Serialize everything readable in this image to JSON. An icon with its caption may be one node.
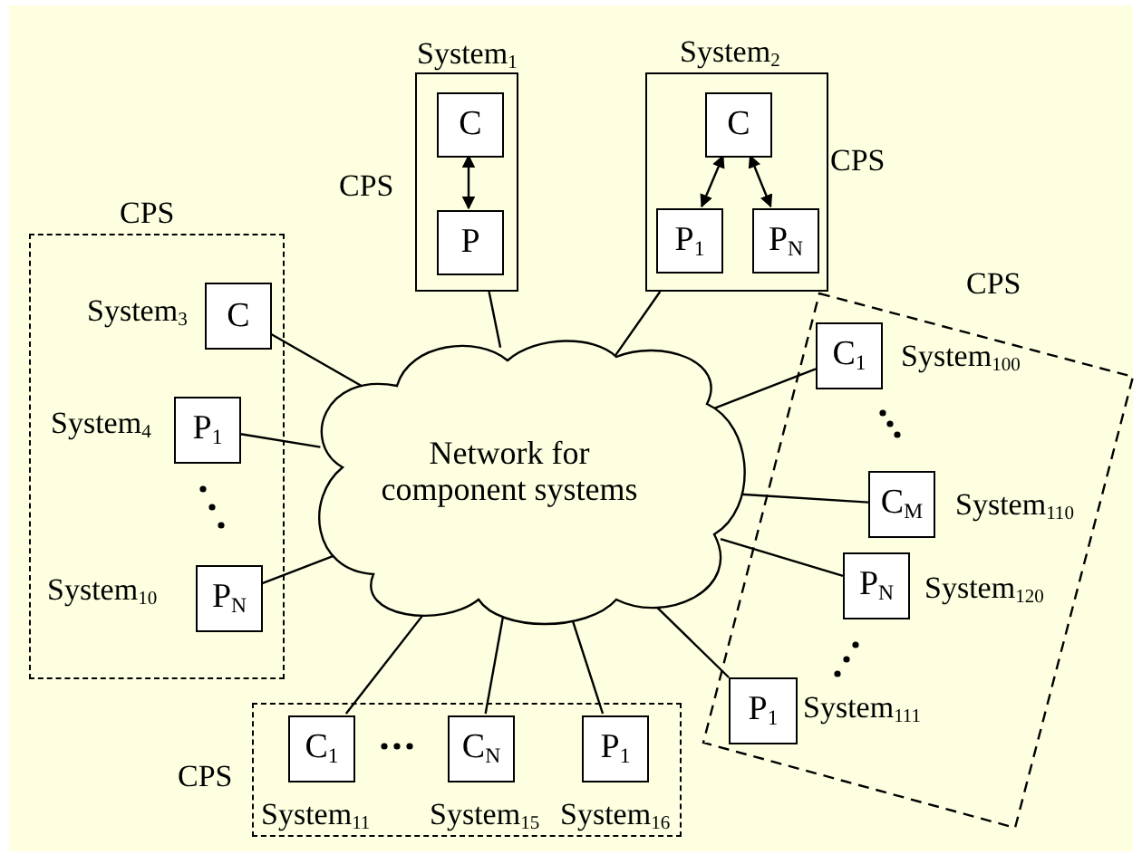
{
  "diagram": {
    "nodes": [
      {
        "text": [
          "Network for component systems"
        ]
      },
      {
        "text": [
          "System$_{1}$"
        ],
        "beside": [
          "CPS"
        ]
      },
      {
        "text": [
          "C"
        ],
        "in": 1
      },
      {
        "text": [
          "P"
        ],
        "in": 1
      },
      {
        "text": [
          "System$_{2}$"
        ],
        "beside": [
          "CPS"
        ]
      },
      {
        "text": [
          "C"
        ],
        "in": 4
      },
      {
        "text": [
          "P$_{1}$"
        ],
        "in": 4
      },
      {
        "text": [
          "P$_{N}$"
        ],
        "in": 4
      },
      {
        "text": [
          "CPS"
        ]
      },
      {
        "text": [
          "C"
        ],
        "in": 8,
        "beside": [
          "System$_{3}$"
        ]
      },
      {
        "text": [
          "P$_{1}$"
        ],
        "in": 8,
        "beside": [
          "System$_{4}$"
        ]
      },
      {
        "text": [
          "P$_{N}$"
        ],
        "in": 8,
        "beside": [
          "System$_{10}$"
        ]
      },
      {
        "text": [
          "CPS"
        ]
      },
      {
        "text": [
          "C$_{1}$"
        ],
        "in": 12,
        "beside": [
          "System$_{11}$"
        ]
      },
      {
        "text": [
          "C$_{N}$"
        ],
        "in": 12,
        "beside": [
          "System$_{15}$"
        ]
      },
      {
        "text": [
          "P$_{1}$"
        ],
        "in": 12,
        "beside": [
          "System$_{16}$"
        ]
      },
      {
        "text": [
          "CPS"
        ]
      },
      {
        "text": [
          "C$_{1}$"
        ],
        "in": 16,
        "beside": [
          "System$_{100}$"
        ]
      },
      {
        "text": [
          "C$_{M}$"
        ],
        "in": 16,
        "beside": [
          "System$_{110}$"
        ]
      },
      {
        "text": [
          "P$_{N}$"
        ],
        "in": 16,
        "beside": [
          "System$_{120}$"
        ]
      },
      {
        "text": [
          "P$_{1}$"
        ],
        "in": 16,
        "beside": [
          "System$_{111}$"
        ]
      }
    ],
    "edges": [
      {
        "from": 2,
        "to": 3,
        "arrow": "both"
      },
      {
        "from": 5,
        "to": 6,
        "arrow": "both"
      },
      {
        "from": 5,
        "to": 7,
        "arrow": "both"
      },
      {
        "from": 1,
        "to": 0,
        "arrow": "none"
      },
      {
        "from": 4,
        "to": 0,
        "arrow": "none"
      },
      {
        "from": 9,
        "to": 0,
        "arrow": "none"
      },
      {
        "from": 10,
        "to": 0,
        "arrow": "none"
      },
      {
        "from": 11,
        "to": 0,
        "arrow": "none"
      },
      {
        "from": 13,
        "to": 0,
        "arrow": "none"
      },
      {
        "from": 14,
        "to": 0,
        "arrow": "none"
      },
      {
        "from": 15,
        "to": 0,
        "arrow": "none"
      },
      {
        "from": 17,
        "to": 0,
        "arrow": "none"
      },
      {
        "from": 18,
        "to": 0,
        "arrow": "none"
      },
      {
        "from": 19,
        "to": 0,
        "arrow": "none"
      },
      {
        "from": 20,
        "to": 0,
        "arrow": "none"
      }
    ]
  }
}
